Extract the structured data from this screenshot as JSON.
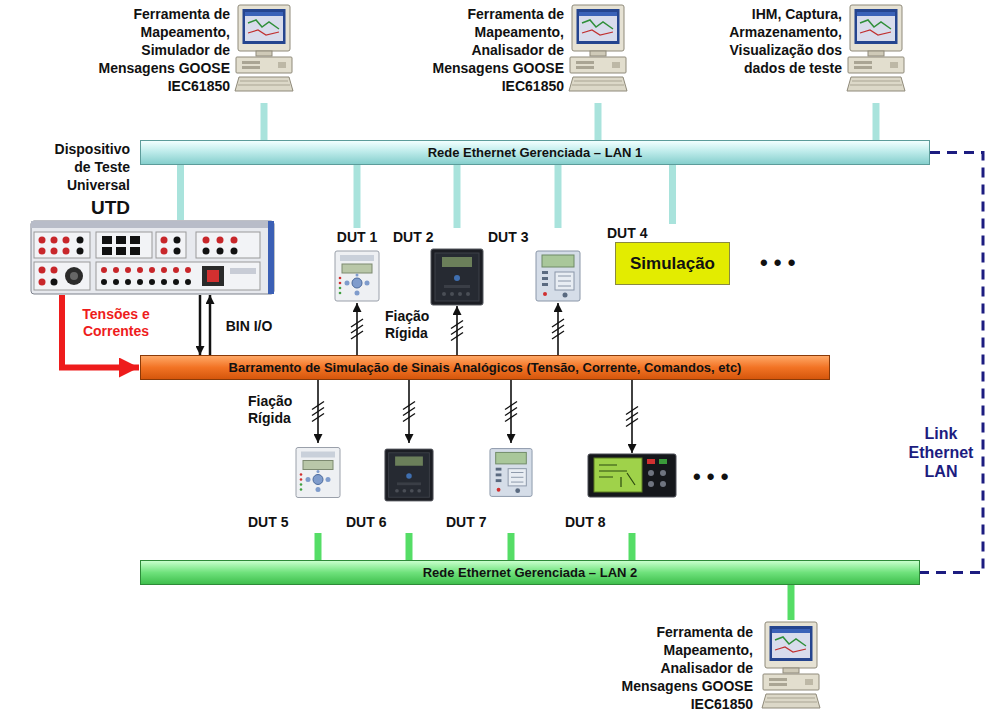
{
  "diagram": {
    "nodes": [
      {
        "text": [
          "Ferramenta de Mapeamento, Simulador de Mensagens GOOSE IEC61850"
        ]
      },
      {
        "text": [
          "Ferramenta de Mapeamento, Analisador de Mensagens GOOSE IEC61850"
        ]
      },
      {
        "text": [
          "IHM, Captura, Armazenamento, Visualização dos dados de teste"
        ]
      },
      {
        "text": [
          "Rede Ethernet Gerenciada – LAN 1"
        ]
      },
      {
        "text": [
          "Dispositivo de Teste Universal",
          "UTD"
        ]
      },
      {
        "text": [
          "DUT 1"
        ]
      },
      {
        "text": [
          "DUT 2"
        ]
      },
      {
        "text": [
          "DUT 3"
        ]
      },
      {
        "text": [
          "DUT 4",
          "Simulação"
        ]
      },
      {
        "text": [
          "Barramento de Simulação de Sinais Analógicos (Tensão, Corrente, Comandos, etc)"
        ]
      },
      {
        "text": [
          "DUT 5"
        ]
      },
      {
        "text": [
          "DUT 6"
        ]
      },
      {
        "text": [
          "DUT 7"
        ]
      },
      {
        "text": [
          "DUT 8"
        ]
      },
      {
        "text": [
          "Rede Ethernet Gerenciada – LAN 2"
        ]
      },
      {
        "text": [
          "Ferramenta de Mapeamento, Analisador de Mensagens GOOSE IEC61850"
        ]
      }
    ],
    "edges": [
      {
        "from": 0,
        "to": 3,
        "arrow": "none"
      },
      {
        "from": 1,
        "to": 3,
        "arrow": "none"
      },
      {
        "from": 2,
        "to": 3,
        "arrow": "none"
      },
      {
        "from": 4,
        "to": 3,
        "arrow": "none"
      },
      {
        "from": 5,
        "to": 3,
        "arrow": "none"
      },
      {
        "from": 6,
        "to": 3,
        "arrow": "none"
      },
      {
        "from": 7,
        "to": 3,
        "arrow": "none"
      },
      {
        "from": 8,
        "to": 3,
        "arrow": "none"
      },
      {
        "from": 4,
        "to": 9,
        "arrow": "to",
        "label": "Tensões e Correntes"
      },
      {
        "from": 4,
        "to": 9,
        "arrow": "both",
        "label": "BIN I/O"
      },
      {
        "from": 9,
        "to": 5,
        "arrow": "to"
      },
      {
        "from": 9,
        "to": 6,
        "arrow": "to"
      },
      {
        "from": 9,
        "to": 7,
        "arrow": "to"
      },
      {
        "from": 9,
        "to": 10,
        "arrow": "to"
      },
      {
        "from": 9,
        "to": 11,
        "arrow": "to"
      },
      {
        "from": 9,
        "to": 12,
        "arrow": "to"
      },
      {
        "from": 9,
        "to": 13,
        "arrow": "to"
      },
      {
        "from": 10,
        "to": 14,
        "arrow": "none"
      },
      {
        "from": 11,
        "to": 14,
        "arrow": "none"
      },
      {
        "from": 12,
        "to": 14,
        "arrow": "none"
      },
      {
        "from": 13,
        "to": 14,
        "arrow": "none"
      },
      {
        "from": 15,
        "to": 14,
        "arrow": "none"
      },
      {
        "from": 3,
        "to": 14,
        "arrow": "none",
        "label": "Link Ethernet LAN"
      }
    ],
    "labels": [
      "• • •",
      "Fiação Rígida",
      "Fiação Rígida",
      "• • •"
    ]
  }
}
